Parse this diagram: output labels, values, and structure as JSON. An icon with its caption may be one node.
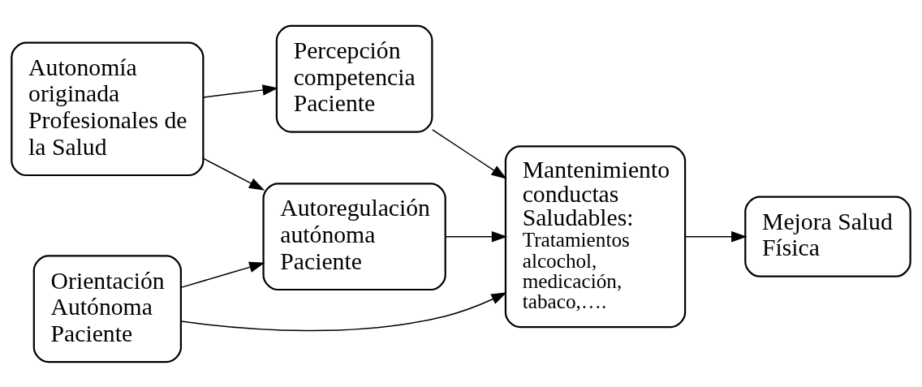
{
  "diagram": {
    "nodes": [
      {
        "text": [
          "Autonomía originada Profesionales de la Salud"
        ]
      },
      {
        "text": [
          "Autoregulación autónoma Paciente"
        ]
      },
      {
        "text": [
          "Mantenimiento conductas Saludables:",
          "Tratamientos alcochol, medicación, tabaco,…."
        ]
      },
      {
        "text": [
          "Mejora Salud Física"
        ]
      },
      {
        "text": [
          "Orientación Autónoma Paciente"
        ]
      },
      {
        "text": [
          "Percepción competencia Paciente"
        ]
      }
    ],
    "edges": [
      {
        "from": 0,
        "to": 1,
        "arrow": "to"
      },
      {
        "from": 0,
        "to": 5,
        "arrow": "to"
      },
      {
        "from": 4,
        "to": 1,
        "arrow": "to"
      },
      {
        "from": 1,
        "to": 2,
        "arrow": "to"
      },
      {
        "from": 5,
        "to": 2,
        "arrow": "to"
      },
      {
        "from": 2,
        "to": 3,
        "arrow": "to"
      },
      {
        "from": 4,
        "to": 2,
        "arrow": "to"
      }
    ]
  }
}
